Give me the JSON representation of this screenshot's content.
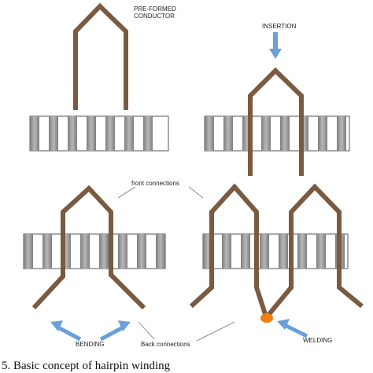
{
  "labels": {
    "pre_formed_line1": "PRE-FORMED",
    "pre_formed_line2": "CONDUCTOR",
    "insertion": "INSERTION",
    "front_connections": "front connections",
    "bending": "BENDING",
    "back_connections": "Back connections",
    "welding": "WELDING"
  },
  "caption": "5.  Basic concept of hairpin winding",
  "colors": {
    "conductor": "#7a5a40",
    "slot_gray": "#9a9a9a",
    "slot_white": "#ffffff",
    "stator_border": "#555555",
    "arrow_blue": "#6a9fd8",
    "weld_orange": "#f07d12",
    "leader_line": "#777777"
  },
  "icons": [
    "down-arrow-icon",
    "up-left-arrow-icon",
    "up-right-arrow-icon",
    "left-arrow-icon",
    "weld-dot-icon"
  ]
}
